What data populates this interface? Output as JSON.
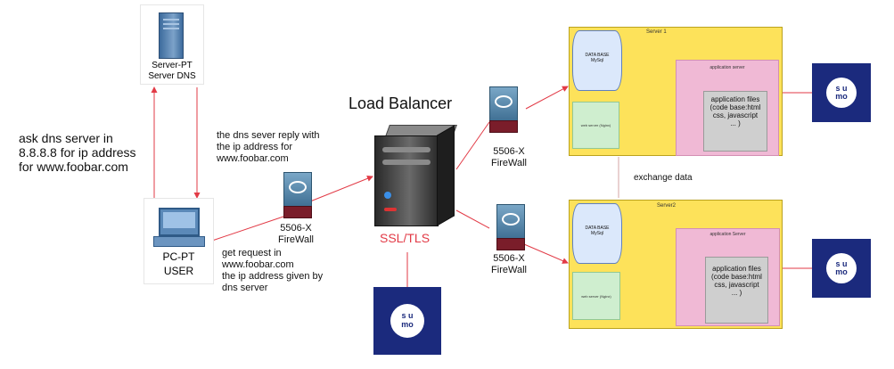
{
  "dns_server": {
    "line1": "Server-PT",
    "line2": "Server DNS"
  },
  "pc_user": {
    "line1": "PC-PT",
    "line2": "USER"
  },
  "ask_dns_text": [
    "ask dns server in",
    "8.8.8.8 for ip address",
    "for www.foobar.com"
  ],
  "dns_reply_text": [
    "the dns sever reply with",
    "the ip address for",
    "www.foobar.com"
  ],
  "get_request_text": [
    "get request in",
    "www.foobar.com",
    "the ip address given by",
    "dns server"
  ],
  "firewalls": [
    {
      "line1": "5506-X",
      "line2": "FireWall"
    },
    {
      "line1": "5506-X",
      "line2": "FireWall"
    },
    {
      "line1": "5506-X",
      "line2": "FireWall"
    }
  ],
  "load_balancer": {
    "title": "Load Balancer",
    "ssl_label": "SSL/TLS"
  },
  "exchange_label": "exchange data",
  "servers": [
    {
      "title": "Server 1",
      "db": [
        "DATA BASE",
        "MySql"
      ],
      "web": "web server (Nginx)",
      "app": "application server",
      "files": [
        "application files",
        "(code base:html",
        "css, javascript",
        "... )"
      ]
    },
    {
      "title": "Server2",
      "db": [
        "DATA BASE",
        "MySql"
      ],
      "web": "web server (Nginx)",
      "app": "application Server",
      "files": [
        "application files",
        "(code base:html",
        "css, javascript",
        "... )"
      ]
    }
  ],
  "sumo_logos": [
    {
      "line1": "s u",
      "line2": "mo"
    },
    {
      "line1": "s u",
      "line2": "mo"
    },
    {
      "line1": "s u",
      "line2": "mo"
    }
  ],
  "colors": {
    "arrow_red": "#e23a46",
    "server_yellow": "#fde25a",
    "sumo_blue": "#1b2a7d",
    "ssl_red": "#e23a46"
  }
}
